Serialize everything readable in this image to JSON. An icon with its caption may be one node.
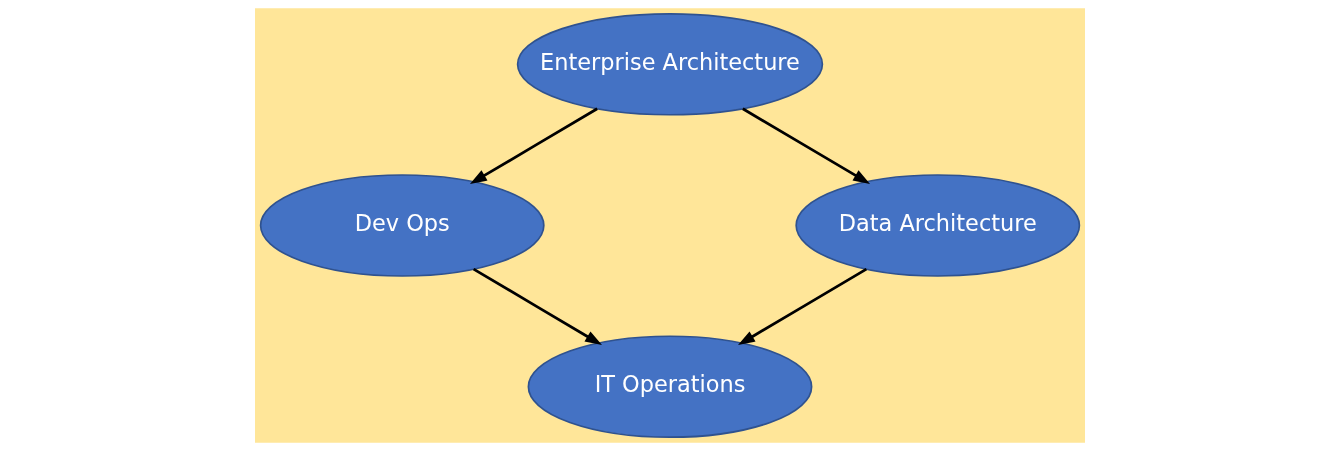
{
  "diagram": {
    "nodes": [
      {
        "text": [
          "Enterprise Architecture"
        ]
      },
      {
        "text": [
          "Dev Ops"
        ]
      },
      {
        "text": [
          "Data Architecture"
        ]
      },
      {
        "text": [
          "IT Operations"
        ]
      }
    ],
    "edges": [
      {
        "from": 0,
        "to": 1,
        "arrow": "to"
      },
      {
        "from": 0,
        "to": 2,
        "arrow": "to"
      },
      {
        "from": 1,
        "to": 3,
        "arrow": "to"
      },
      {
        "from": 2,
        "to": 3,
        "arrow": "to"
      }
    ]
  }
}
